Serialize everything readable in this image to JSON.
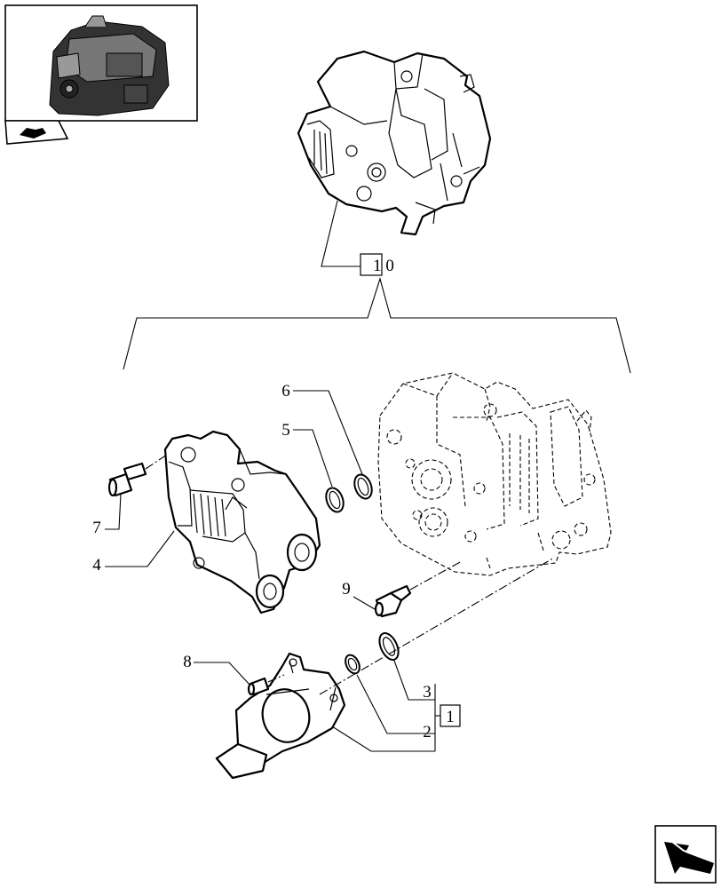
{
  "diagram": {
    "main_assembly_ref": "1 0",
    "sub_assembly_ref": "1",
    "callouts": [
      {
        "id": "c1",
        "label": "2"
      },
      {
        "id": "c2",
        "label": "3"
      },
      {
        "id": "c3",
        "label": "4"
      },
      {
        "id": "c4",
        "label": "5"
      },
      {
        "id": "c5",
        "label": "6"
      },
      {
        "id": "c6",
        "label": "7"
      },
      {
        "id": "c7",
        "label": "8"
      },
      {
        "id": "c8",
        "label": "9"
      }
    ]
  },
  "icons": {
    "thumbnail": "engine-thumbnail-icon",
    "book": "book-icon",
    "navigation": "next-page-arrow-icon"
  }
}
